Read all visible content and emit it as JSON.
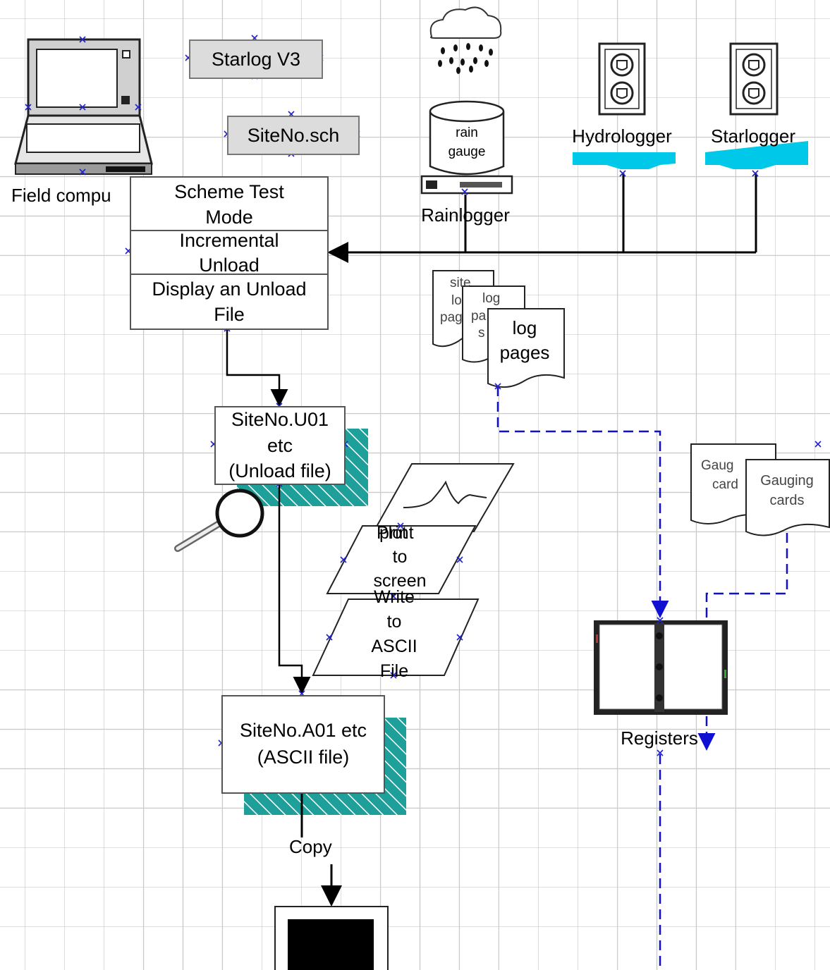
{
  "labels": {
    "starlog_v3": "Starlog  V3",
    "siteno_sch": "SiteNo.sch",
    "field_computer": "Field compu",
    "rain_gauge_line1": "rain",
    "rain_gauge_line2": "gauge",
    "rainlogger": "Rainlogger",
    "hydrologger": "Hydrologger",
    "starlogger": "Starlogger",
    "menu_scheme_test_1": "Scheme Test",
    "menu_scheme_test_2": "Mode",
    "menu_incremental_1": "Incremental",
    "menu_incremental_2": "Unload",
    "menu_display_1": "Display an Unload",
    "menu_display_2": "File",
    "log_pages_back_1": "site",
    "log_pages_back_2": "lo",
    "log_pages_back_3": "pag",
    "log_pages_mid_1": "log",
    "log_pages_mid_2": "pa",
    "log_pages_mid_3": "s",
    "log_pages_front_1": "log",
    "log_pages_front_2": "pages",
    "unload_file_1": "SiteNo.U01",
    "unload_file_2": "etc",
    "unload_file_3": "(Unload file)",
    "plot_overlap_1": "Plot",
    "plot_overlap_2": "print",
    "plot_2": "to",
    "plot_3": "screen",
    "write_1": "Write",
    "write_2": "to",
    "write_3": "ASCII",
    "write_4": "File",
    "gauging_back_1": "Gaug",
    "gauging_back_2": "card",
    "gauging_front_1": "Gauging",
    "gauging_front_2": "cards",
    "registers": "Registers",
    "ascii_file_1": "SiteNo.A01 etc",
    "ascii_file_2": "(ASCII file)",
    "copy": "Copy"
  },
  "colors": {
    "shadow_teal": "#1f9f9a",
    "logger_base_cyan": "#00c8e8",
    "dashed_blue": "#1010d0",
    "connection_marker": "#2222cc"
  },
  "icons": [
    "laptop-icon",
    "rain-cloud-icon",
    "database-cylinder-icon",
    "logger-device-icon",
    "magnifier-icon",
    "binder-icon",
    "disk-icon"
  ]
}
